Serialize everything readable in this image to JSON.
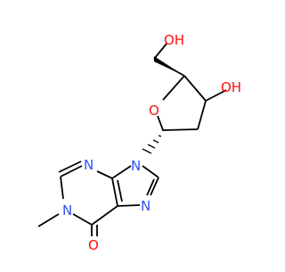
{
  "molecule": {
    "atom_labels": {
      "o_hydroxymethyl": "OH",
      "o_ring_hydroxyl": "OH",
      "o_ring": "O",
      "n9": "N",
      "n3": "N",
      "n7": "N",
      "n1": "N",
      "o_carbonyl": "O"
    },
    "colors": {
      "bond": "#000000",
      "oxygen": "#ff0d0d",
      "nitrogen": "#3050f8"
    }
  }
}
